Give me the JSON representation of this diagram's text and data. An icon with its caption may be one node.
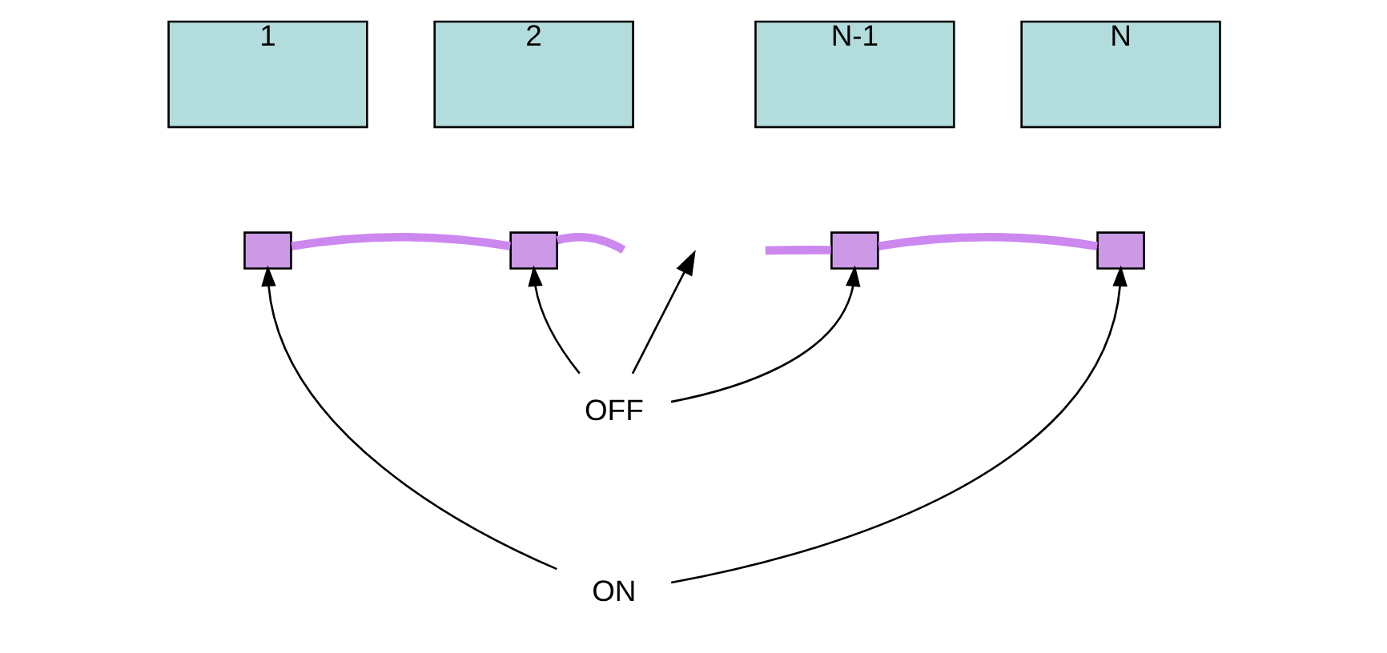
{
  "diagram": {
    "nodes": [
      {
        "text": [
          "1"
        ]
      },
      {
        "text": [
          "2"
        ]
      },
      {
        "text": [
          "N-1"
        ]
      },
      {
        "text": [
          "N"
        ]
      },
      {
        "text": [],
        "shape": "box"
      },
      {
        "text": [],
        "shape": "box"
      },
      {
        "text": [],
        "shape": "box"
      },
      {
        "text": [],
        "shape": "box"
      },
      {
        "text": [
          "OFF"
        ]
      },
      {
        "text": [
          "ON"
        ]
      }
    ],
    "edges": [
      {
        "from": 4,
        "to": 5,
        "arrow": "none",
        "style": "thick",
        "color": "#cc88ee"
      },
      {
        "from": 5,
        "to": null,
        "arrow": "none",
        "style": "thick",
        "color": "#cc88ee"
      },
      {
        "from": null,
        "to": 6,
        "arrow": "none",
        "style": "thick",
        "color": "#cc88ee"
      },
      {
        "from": 6,
        "to": 7,
        "arrow": "none",
        "style": "thick",
        "color": "#cc88ee"
      },
      {
        "from": 9,
        "to": 4,
        "arrow": "to",
        "color": "#000000"
      },
      {
        "from": 8,
        "to": 5,
        "arrow": "to",
        "color": "#000000"
      },
      {
        "from": 8,
        "to": null,
        "arrow": "to",
        "color": "#000000"
      },
      {
        "from": 8,
        "to": 6,
        "arrow": "to",
        "color": "#000000"
      },
      {
        "from": 9,
        "to": 7,
        "arrow": "to",
        "color": "#000000"
      }
    ]
  }
}
